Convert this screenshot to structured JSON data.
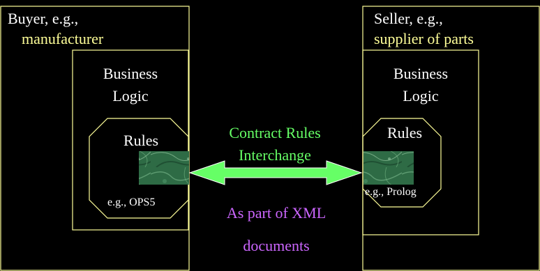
{
  "buyer": {
    "title_line1": "Buyer, e.g.,",
    "title_line2": "manufacturer",
    "logic_line1": "Business",
    "logic_line2": "Logic",
    "rules_label": "Rules",
    "engine_example": "e.g., OPS5"
  },
  "seller": {
    "title_line1": "Seller, e.g.,",
    "title_line2": "supplier of parts",
    "logic_line1": "Business",
    "logic_line2": "Logic",
    "rules_label": "Rules",
    "engine_example": "e.g., Prolog"
  },
  "interchange": {
    "label_line1": "Contract Rules",
    "label_line2": "Interchange",
    "note_line1": "As part of XML",
    "note_line2": "documents"
  },
  "colors": {
    "background": "#000000",
    "box_outline": "#ffff99",
    "text_white": "#ffffff",
    "text_yellow": "#ffff99",
    "arrow_fill": "#66ff66",
    "interchange_text": "#66ff66",
    "note_text": "#cc66ff",
    "rule_tile": "#2e6b45"
  }
}
